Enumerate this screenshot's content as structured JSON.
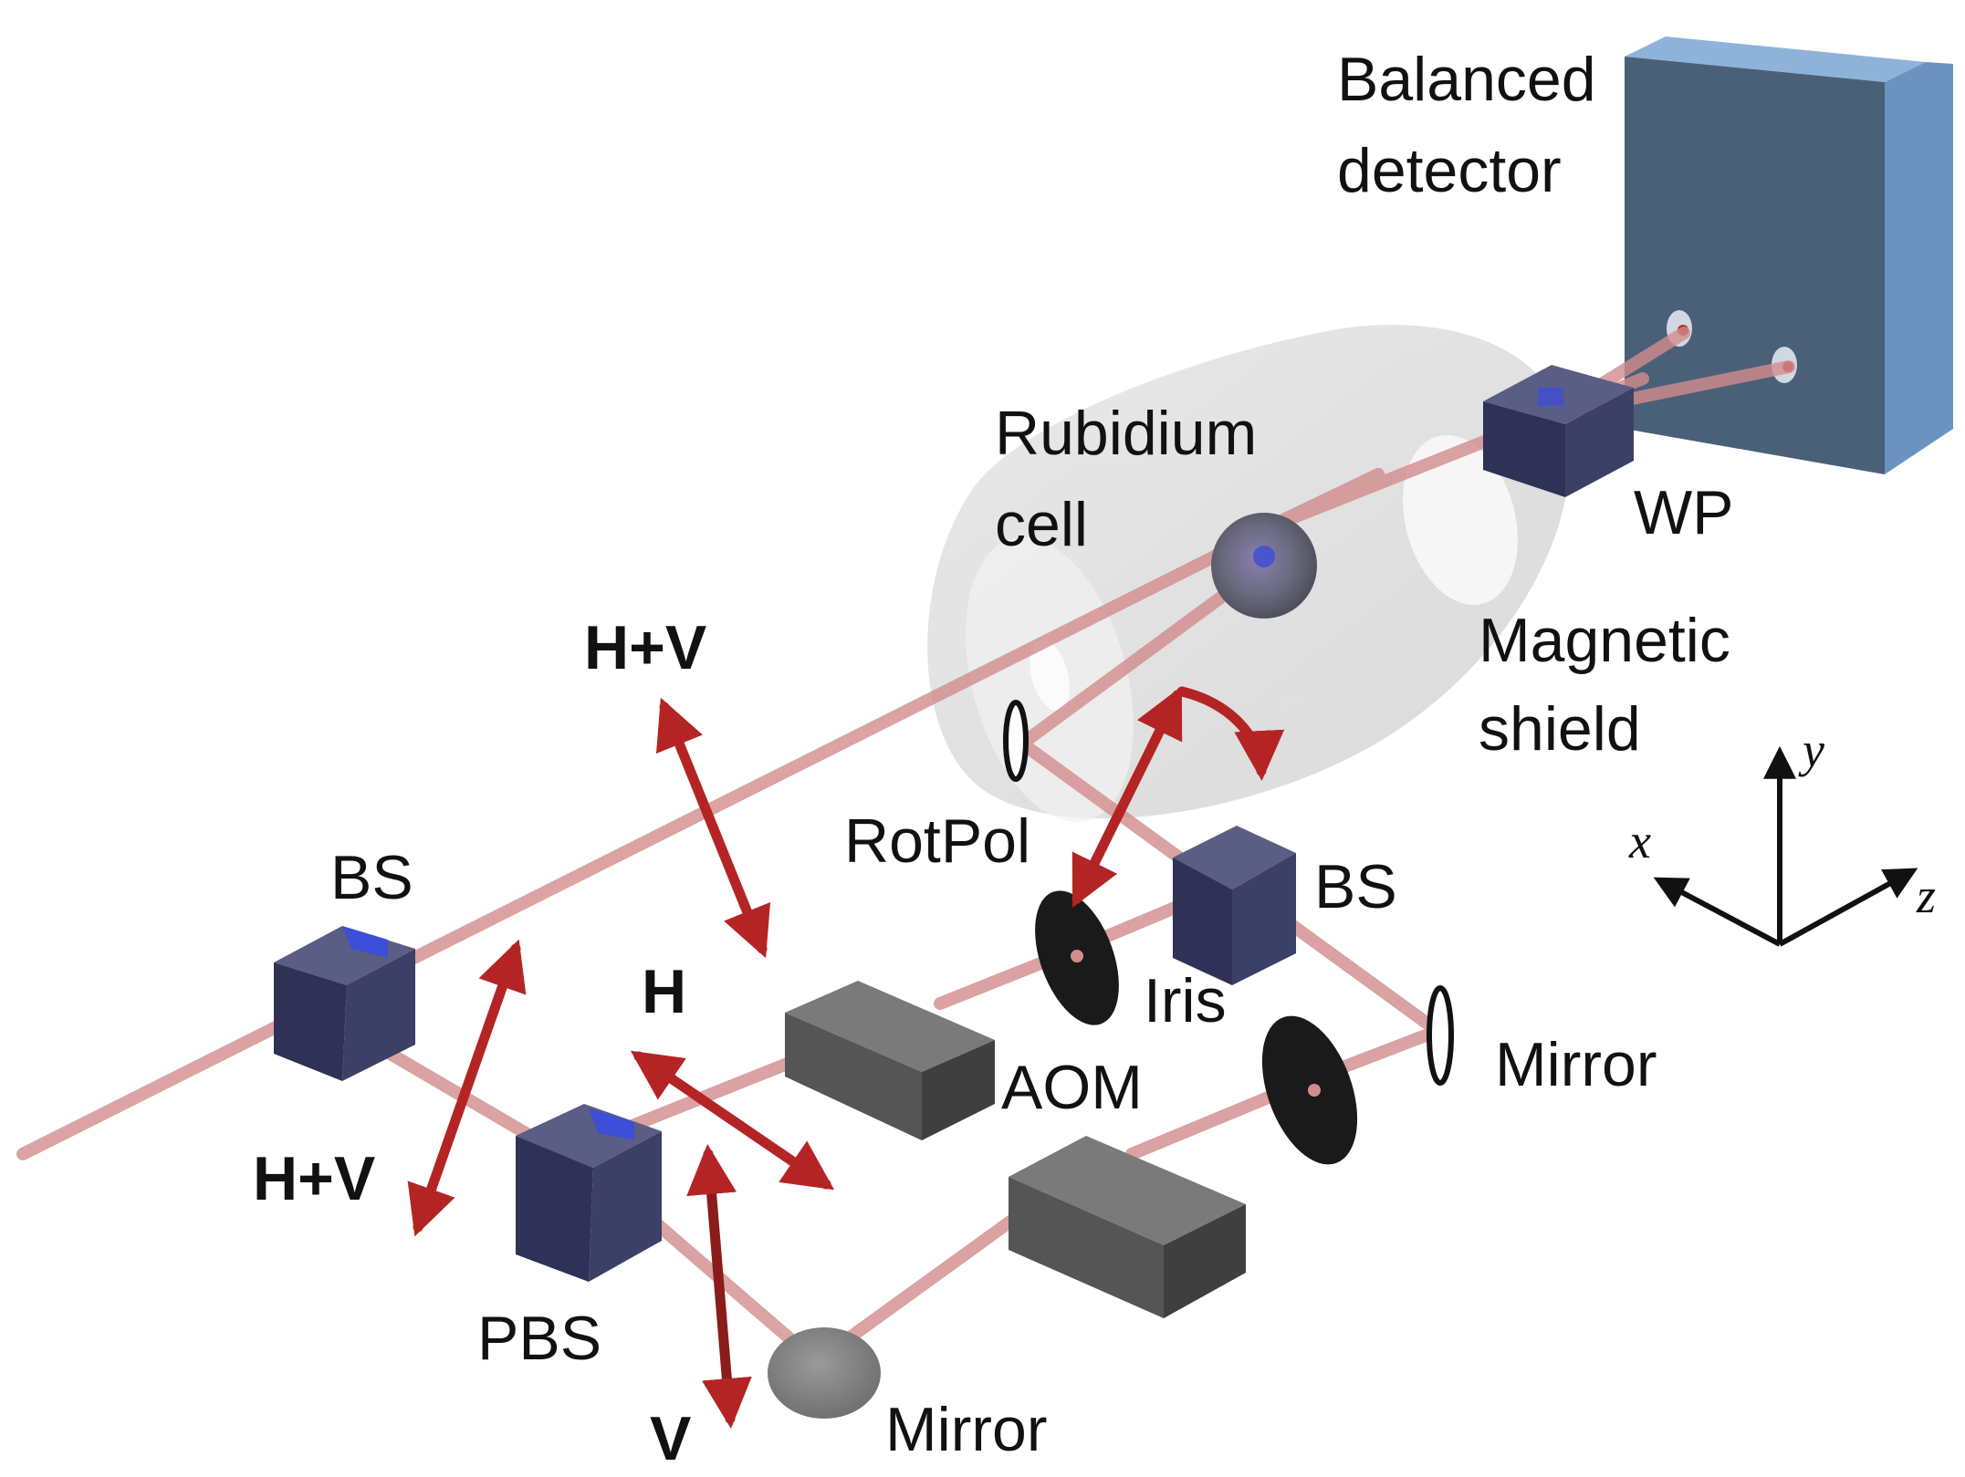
{
  "labels": {
    "balanced_line1": "Balanced",
    "balanced_line2": "detector",
    "rubidium_line1": "Rubidium",
    "rubidium_line2": "cell",
    "wp": "WP",
    "magnetic_line1": "Magnetic",
    "magnetic_line2": "shield",
    "hv_top": "H+V",
    "bs_left": "BS",
    "rotpol": "RotPol",
    "bs_right": "BS",
    "iris": "Iris",
    "h": "H",
    "aom_upper": "AOM",
    "mirror_right": "Mirror",
    "hv_bottom": "H+V",
    "pbs": "PBS",
    "v": "V",
    "mirror_bottom": "Mirror"
  },
  "axes": {
    "x": "x",
    "y": "y",
    "z": "z"
  },
  "colors": {
    "beam": "#d28c8c",
    "arrow": "#b52424",
    "cube": "#3c3f66",
    "cube_accent": "#3d4fd6",
    "aom": "#555555",
    "iris": "#1a1a1a",
    "detector_front": "#4a6078",
    "detector_side": "#6c93bf",
    "shield": "#d6d6d6"
  }
}
